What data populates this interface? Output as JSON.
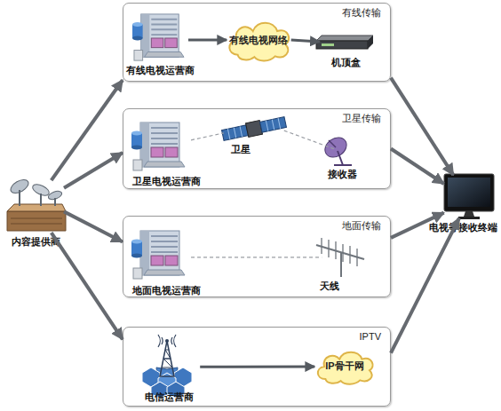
{
  "diagram": {
    "nodes": [
      {
        "text": [
          "内容提供商"
        ]
      },
      {
        "text": [
          "有线传输"
        ]
      },
      {
        "text": [
          "有线电视运营商"
        ],
        "in": 1
      },
      {
        "text": [
          "有线电视网络"
        ],
        "in": 1
      },
      {
        "text": [
          "机顶盒"
        ],
        "in": 1
      },
      {
        "text": [
          "卫星传输"
        ]
      },
      {
        "text": [
          "卫星电视运营商"
        ],
        "in": 5
      },
      {
        "text": [
          "卫星"
        ],
        "in": 5
      },
      {
        "text": [
          "接收器"
        ],
        "in": 5
      },
      {
        "text": [
          "地面传输"
        ]
      },
      {
        "text": [
          "地面电视运营商"
        ],
        "in": 9
      },
      {
        "text": [
          "天线"
        ],
        "in": 9
      },
      {
        "text": [
          "IPTV"
        ]
      },
      {
        "text": [
          "电信运营商"
        ],
        "in": 12
      },
      {
        "text": [
          "IP骨干网"
        ],
        "in": 12
      },
      {
        "text": [
          "电视等接收终端"
        ]
      }
    ],
    "edges": [
      {
        "from": 0,
        "to": 1,
        "arrow": "to"
      },
      {
        "from": 0,
        "to": 5,
        "arrow": "to"
      },
      {
        "from": 0,
        "to": 9,
        "arrow": "to"
      },
      {
        "from": 0,
        "to": 12,
        "arrow": "to"
      },
      {
        "from": 2,
        "to": 3,
        "arrow": "to"
      },
      {
        "from": 3,
        "to": 4,
        "arrow": "to"
      },
      {
        "from": 6,
        "to": 7,
        "arrow": "none"
      },
      {
        "from": 7,
        "to": 8,
        "arrow": "none"
      },
      {
        "from": 10,
        "to": 11,
        "arrow": "none"
      },
      {
        "from": 13,
        "to": 14,
        "arrow": "to"
      },
      {
        "from": 1,
        "to": 15,
        "arrow": "to"
      },
      {
        "from": 5,
        "to": 15,
        "arrow": "to"
      },
      {
        "from": 9,
        "to": 15,
        "arrow": "to"
      },
      {
        "from": 12,
        "to": 15,
        "arrow": "to"
      }
    ]
  }
}
